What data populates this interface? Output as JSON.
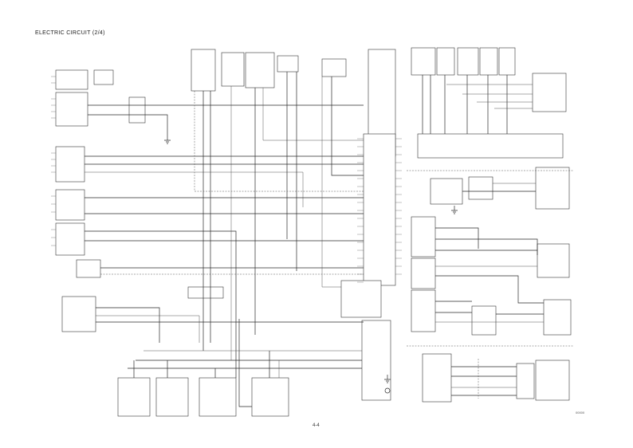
{
  "document": {
    "title": "ELECTRIC CIRCUIT (2/4)",
    "page_number": "4-4",
    "ref_code": "00000"
  },
  "colors": {
    "wire": "#2a2a2a",
    "background": "#ffffff"
  }
}
